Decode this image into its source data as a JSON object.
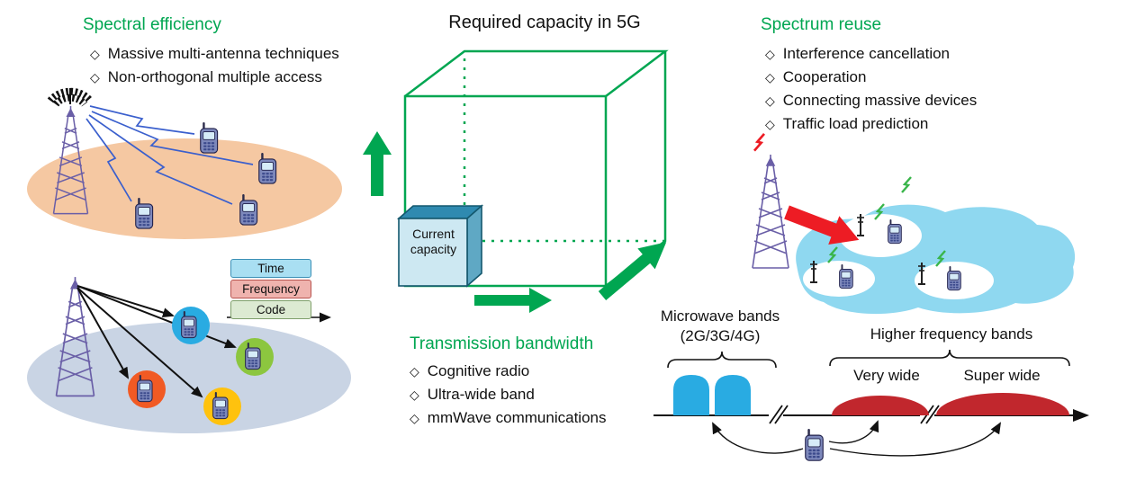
{
  "figure": {
    "spectral_efficiency": {
      "title": "Spectral efficiency",
      "items": [
        "Massive multi-antenna techniques",
        "Non-orthogonal multiple access"
      ]
    },
    "capacity_cube": {
      "title": "Required capacity in 5G",
      "current_capacity_line1": "Current",
      "current_capacity_line2": "capacity"
    },
    "transmission_bandwidth": {
      "title": "Transmission bandwidth",
      "items": [
        "Cognitive radio",
        "Ultra-wide band",
        "mmWave communications"
      ]
    },
    "spectrum_reuse": {
      "title": "Spectrum reuse",
      "items": [
        "Interference cancellation",
        "Cooperation",
        "Connecting massive devices",
        "Traffic load prediction"
      ]
    },
    "multiplexing_legend": {
      "items": [
        "Time",
        "Frequency",
        "Code"
      ]
    },
    "frequency_axis": {
      "microwave_label": "Microwave bands",
      "microwave_sublabel": "(2G/3G/4G)",
      "higher_label": "Higher frequency bands",
      "very_wide_label": "Very wide",
      "super_wide_label": "Super wide"
    }
  },
  "glyphs": {
    "diamond": "◇"
  },
  "colors": {
    "heading_green": "#00A651",
    "cube_green": "#00A651",
    "red_arrow": "#ED1C24",
    "microwave_band_blue": "#29ABE2",
    "higher_band_red": "#C1272D",
    "coverage_orange": "#F5C8A2",
    "coverage_gray_blue": "#C9D4E4",
    "small_cell_blue": "#8FD8F0"
  }
}
